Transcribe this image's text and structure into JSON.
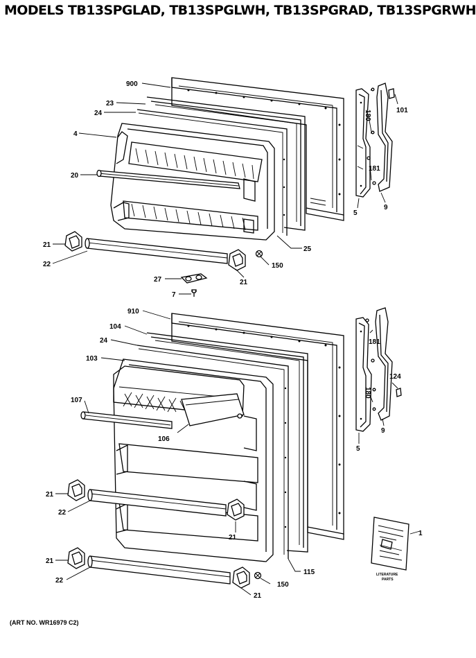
{
  "title": "MODELS TB13SPGLAD, TB13SPGLWH, TB13SPGRAD, TB13SPGRWH",
  "art_number": "(ART NO. WR16979 C2)",
  "literature_caption": [
    "LITERATURE",
    "PARTS"
  ],
  "callouts": {
    "c900": "900",
    "c23": "23",
    "c24a": "24",
    "c4": "4",
    "c20": "20",
    "c21a": "21",
    "c22a": "22",
    "c21b": "21",
    "c27": "27",
    "c7": "7",
    "c25": "25",
    "c150a": "150",
    "c101": "101",
    "c180a": "180",
    "c181a": "181",
    "c5a": "5",
    "c9a": "9",
    "c910": "910",
    "c104": "104",
    "c24b": "24",
    "c103": "103",
    "c107": "107",
    "c106": "106",
    "c21c": "21",
    "c22b": "22",
    "c21d": "21",
    "c21e": "21",
    "c22c": "22",
    "c21f": "21",
    "c150b": "150",
    "c115": "115",
    "c181b": "181",
    "c124": "124",
    "c180b": "180",
    "c5b": "5",
    "c9b": "9",
    "c1": "1"
  }
}
